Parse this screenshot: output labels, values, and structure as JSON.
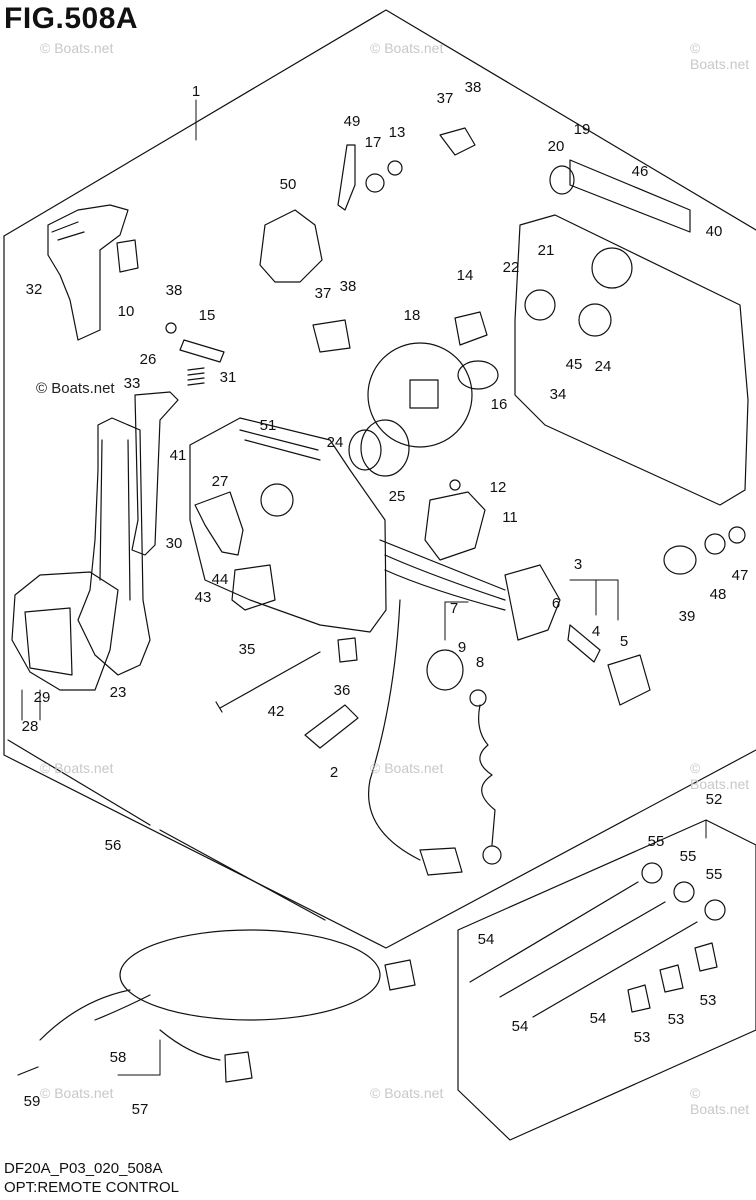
{
  "figure": {
    "title": "FIG.508A",
    "code": "DF20A_P03_020_508A",
    "description": "OPT:REMOTE CONTROL",
    "watermark": "© Boats.net"
  },
  "callouts": [
    {
      "id": "c1",
      "label": "1"
    },
    {
      "id": "c2",
      "label": "2"
    },
    {
      "id": "c3",
      "label": "3"
    },
    {
      "id": "c4",
      "label": "4"
    },
    {
      "id": "c5",
      "label": "5"
    },
    {
      "id": "c6",
      "label": "6"
    },
    {
      "id": "c7",
      "label": "7"
    },
    {
      "id": "c8",
      "label": "8"
    },
    {
      "id": "c9",
      "label": "9"
    },
    {
      "id": "c10",
      "label": "10"
    },
    {
      "id": "c11",
      "label": "11"
    },
    {
      "id": "c12",
      "label": "12"
    },
    {
      "id": "c13",
      "label": "13"
    },
    {
      "id": "c14",
      "label": "14"
    },
    {
      "id": "c15",
      "label": "15"
    },
    {
      "id": "c16",
      "label": "16"
    },
    {
      "id": "c17",
      "label": "17"
    },
    {
      "id": "c18",
      "label": "18"
    },
    {
      "id": "c19",
      "label": "19"
    },
    {
      "id": "c20",
      "label": "20"
    },
    {
      "id": "c21",
      "label": "21"
    },
    {
      "id": "c22",
      "label": "22"
    },
    {
      "id": "c23",
      "label": "23"
    },
    {
      "id": "c24a",
      "label": "24"
    },
    {
      "id": "c24b",
      "label": "24"
    },
    {
      "id": "c25",
      "label": "25"
    },
    {
      "id": "c26",
      "label": "26"
    },
    {
      "id": "c27",
      "label": "27"
    },
    {
      "id": "c28",
      "label": "28"
    },
    {
      "id": "c29",
      "label": "29"
    },
    {
      "id": "c30",
      "label": "30"
    },
    {
      "id": "c31",
      "label": "31"
    },
    {
      "id": "c32",
      "label": "32"
    },
    {
      "id": "c33",
      "label": "33"
    },
    {
      "id": "c34",
      "label": "34"
    },
    {
      "id": "c35",
      "label": "35"
    },
    {
      "id": "c36",
      "label": "36"
    },
    {
      "id": "c37a",
      "label": "37"
    },
    {
      "id": "c37b",
      "label": "37"
    },
    {
      "id": "c38a",
      "label": "38"
    },
    {
      "id": "c38b",
      "label": "38"
    },
    {
      "id": "c38c",
      "label": "38"
    },
    {
      "id": "c39",
      "label": "39"
    },
    {
      "id": "c40",
      "label": "40"
    },
    {
      "id": "c41",
      "label": "41"
    },
    {
      "id": "c42",
      "label": "42"
    },
    {
      "id": "c43",
      "label": "43"
    },
    {
      "id": "c44",
      "label": "44"
    },
    {
      "id": "c45",
      "label": "45"
    },
    {
      "id": "c46",
      "label": "46"
    },
    {
      "id": "c47",
      "label": "47"
    },
    {
      "id": "c48",
      "label": "48"
    },
    {
      "id": "c49",
      "label": "49"
    },
    {
      "id": "c50",
      "label": "50"
    },
    {
      "id": "c51",
      "label": "51"
    },
    {
      "id": "c52",
      "label": "52"
    },
    {
      "id": "c53a",
      "label": "53"
    },
    {
      "id": "c53b",
      "label": "53"
    },
    {
      "id": "c53c",
      "label": "53"
    },
    {
      "id": "c54a",
      "label": "54"
    },
    {
      "id": "c54b",
      "label": "54"
    },
    {
      "id": "c54c",
      "label": "54"
    },
    {
      "id": "c55a",
      "label": "55"
    },
    {
      "id": "c55b",
      "label": "55"
    },
    {
      "id": "c55c",
      "label": "55"
    },
    {
      "id": "c56",
      "label": "56"
    },
    {
      "id": "c57",
      "label": "57"
    },
    {
      "id": "c58",
      "label": "58"
    },
    {
      "id": "c59",
      "label": "59"
    }
  ]
}
